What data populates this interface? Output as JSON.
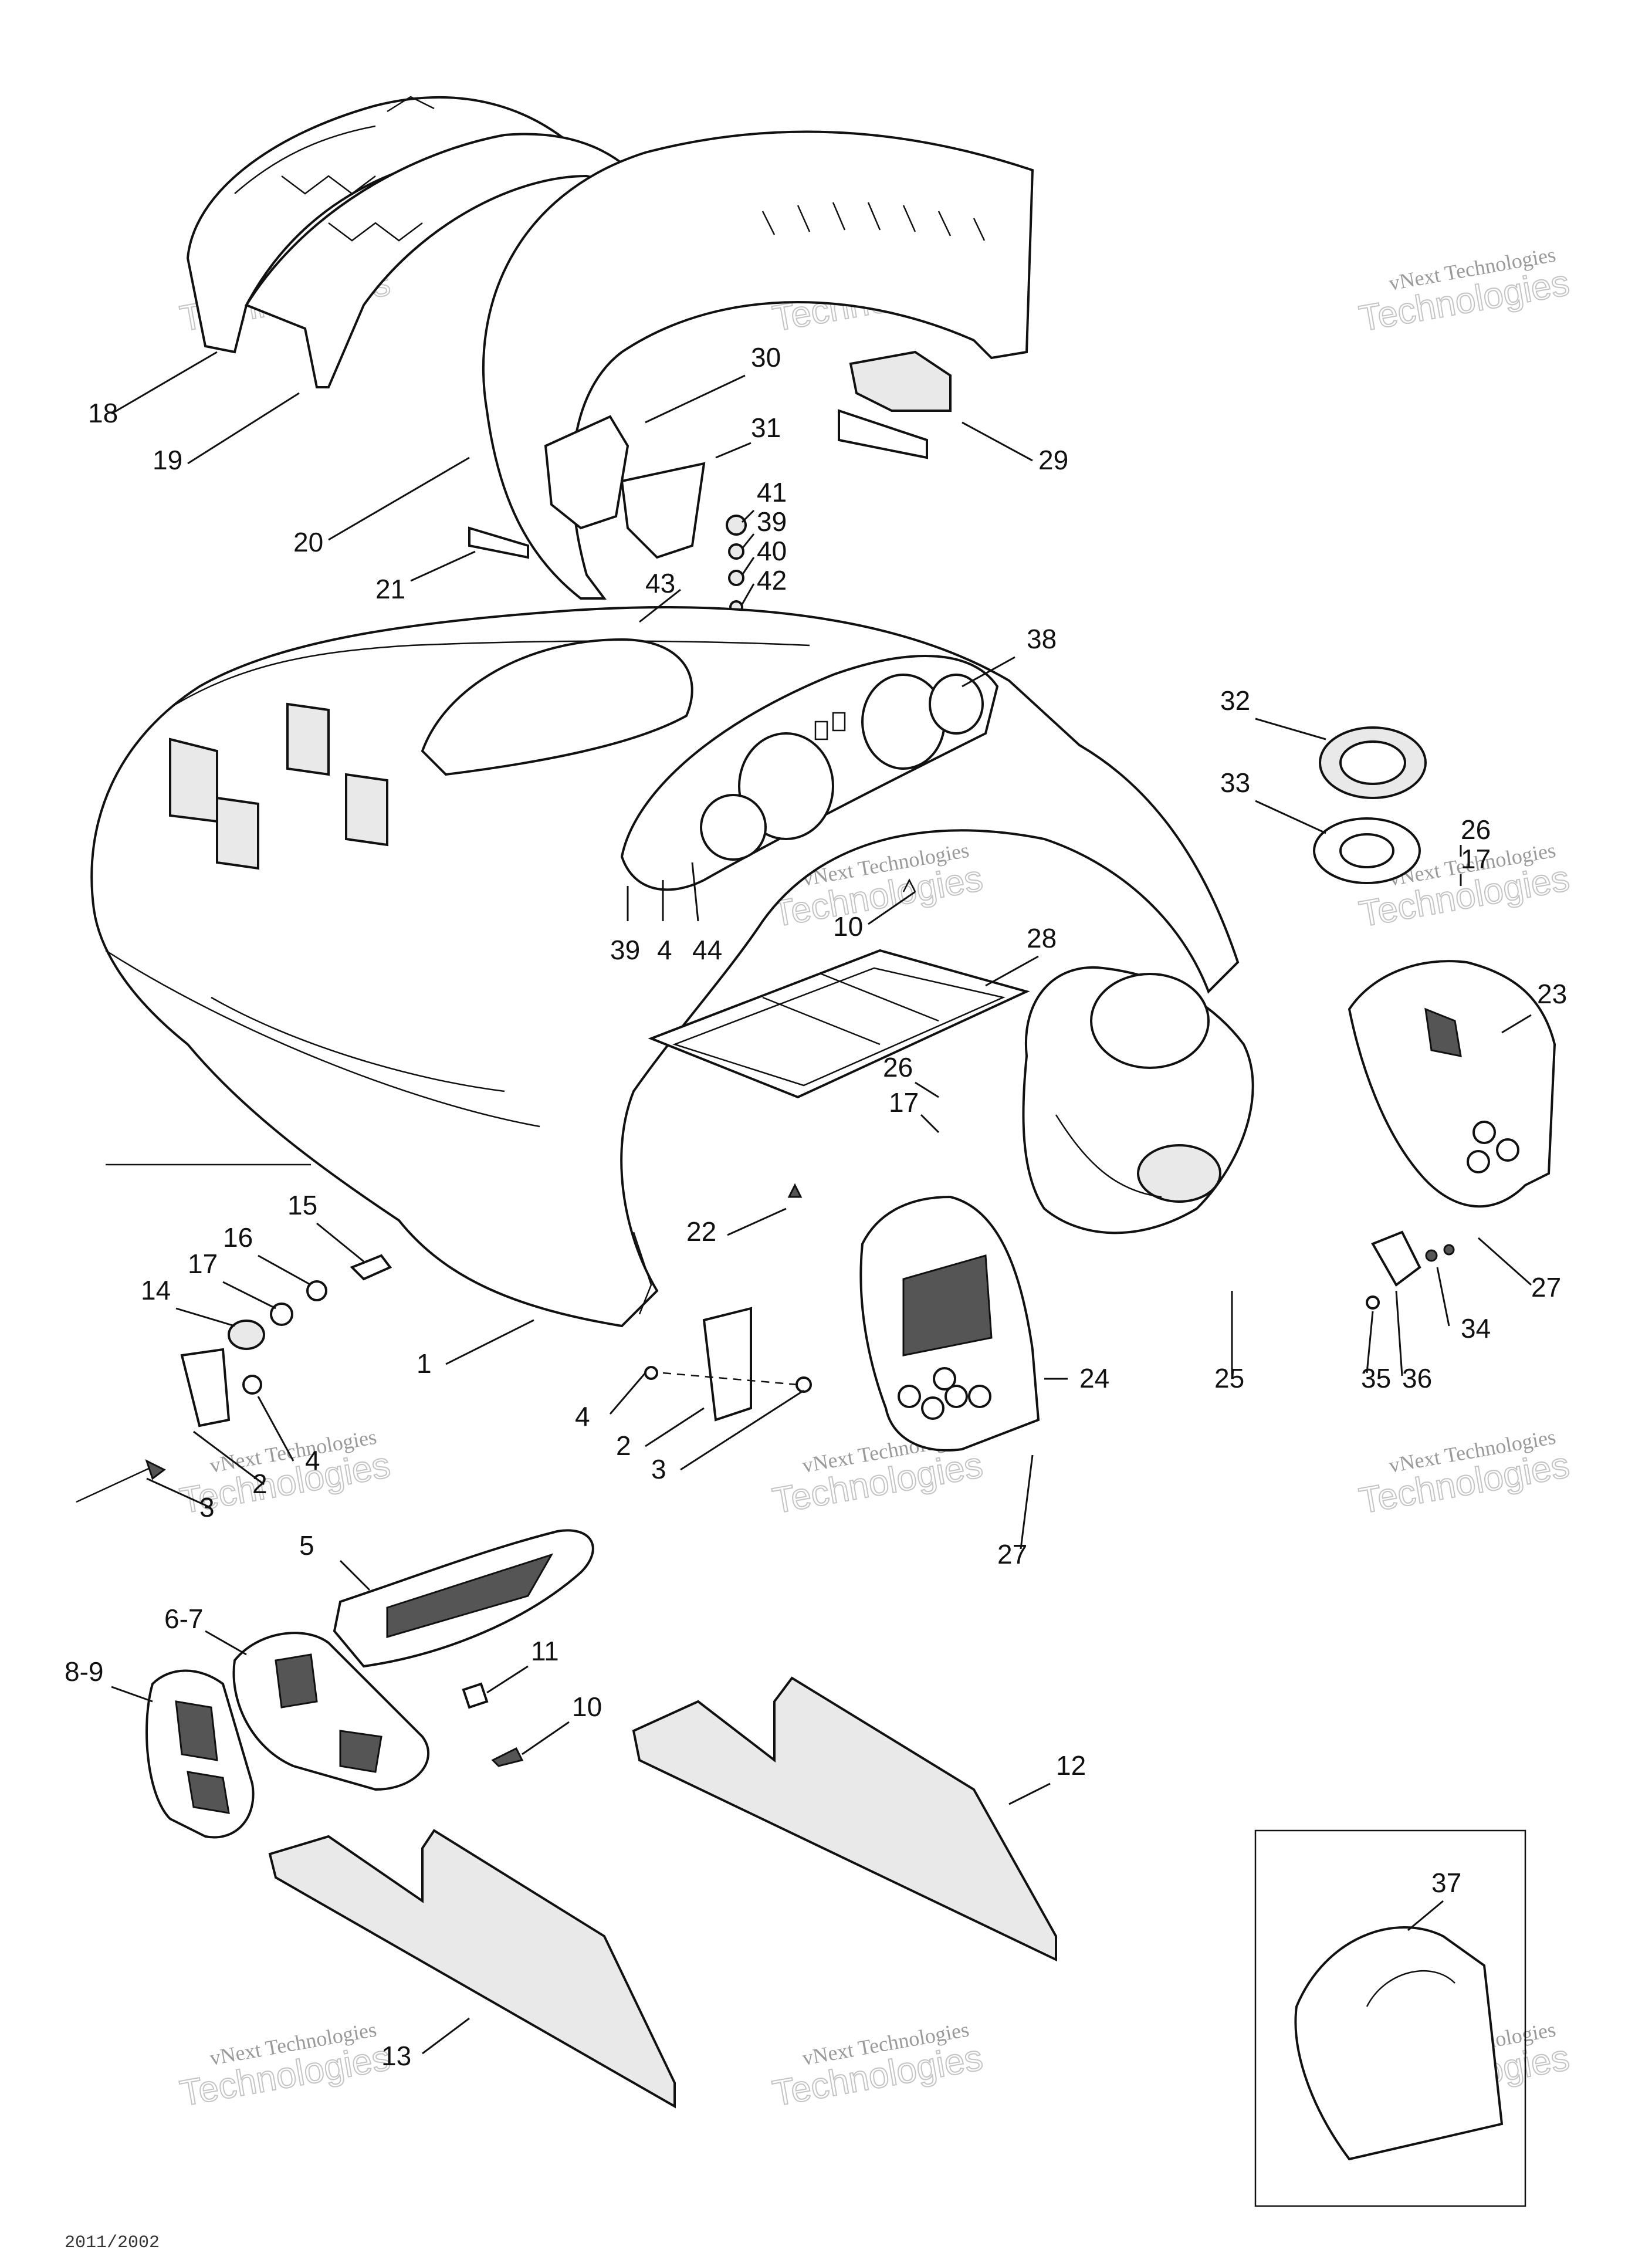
{
  "callouts": [
    {
      "label": "18"
    },
    {
      "label": "19"
    },
    {
      "label": "20"
    },
    {
      "label": "21"
    },
    {
      "label": "30"
    },
    {
      "label": "31"
    },
    {
      "label": "29"
    },
    {
      "label": "41"
    },
    {
      "label": "39"
    },
    {
      "label": "40"
    },
    {
      "label": "42"
    },
    {
      "label": "43"
    },
    {
      "label": "38"
    },
    {
      "label": "32"
    },
    {
      "label": "33"
    },
    {
      "label": "26"
    },
    {
      "label": "17"
    },
    {
      "label": "39"
    },
    {
      "label": "4"
    },
    {
      "label": "44"
    },
    {
      "label": "10"
    },
    {
      "label": "28"
    },
    {
      "label": "23"
    },
    {
      "label": "26"
    },
    {
      "label": "17"
    },
    {
      "label": "22"
    },
    {
      "label": "27"
    },
    {
      "label": "15"
    },
    {
      "label": "16"
    },
    {
      "label": "17"
    },
    {
      "label": "14"
    },
    {
      "label": "1"
    },
    {
      "label": "4"
    },
    {
      "label": "2"
    },
    {
      "label": "3"
    },
    {
      "label": "4"
    },
    {
      "label": "2"
    },
    {
      "label": "3"
    },
    {
      "label": "24"
    },
    {
      "label": "25"
    },
    {
      "label": "34"
    },
    {
      "label": "35"
    },
    {
      "label": "36"
    },
    {
      "label": "27"
    },
    {
      "label": "5"
    },
    {
      "label": "6-7"
    },
    {
      "label": "8-9"
    },
    {
      "label": "11"
    },
    {
      "label": "10"
    },
    {
      "label": "12"
    },
    {
      "label": "13"
    },
    {
      "label": "37"
    }
  ],
  "watermark": {
    "line1": "vNext Technologies",
    "line2": "Technologies"
  },
  "footer_code": "2011/2002"
}
